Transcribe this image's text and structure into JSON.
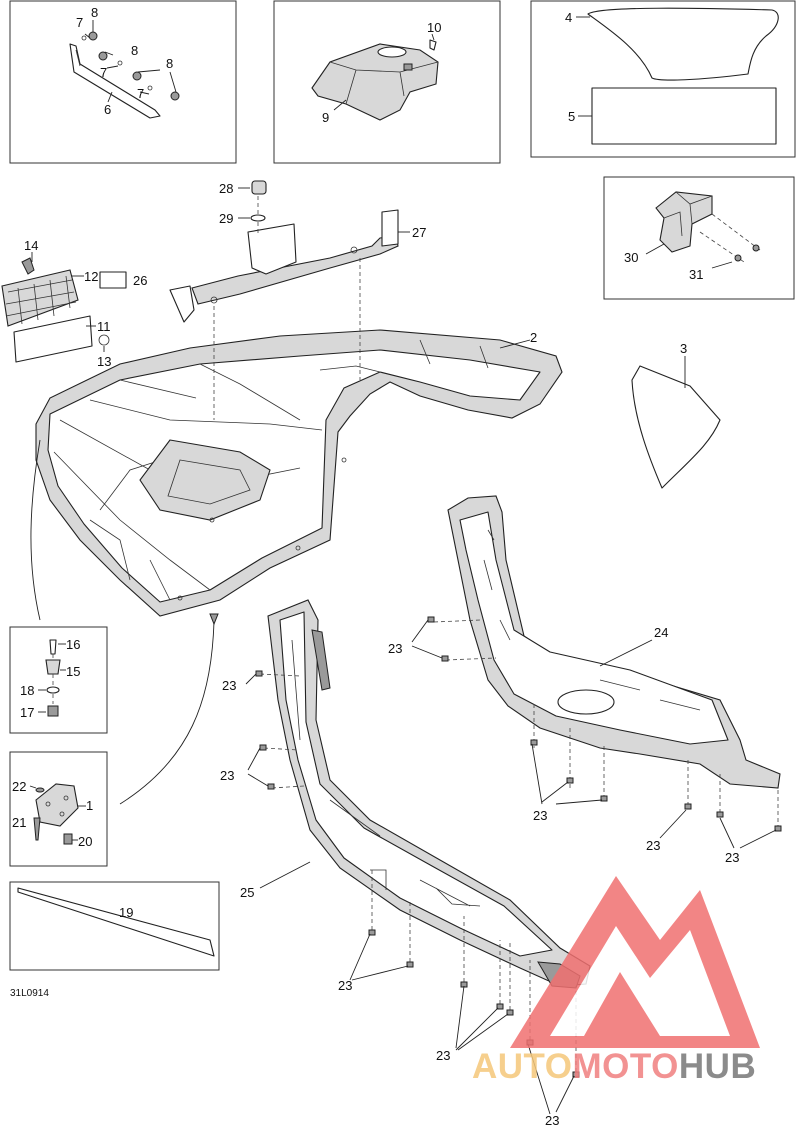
{
  "diagram_code": "31L0914",
  "callouts": [
    {
      "id": "c1",
      "text": "1"
    },
    {
      "id": "c2",
      "text": "2"
    },
    {
      "id": "c3",
      "text": "3"
    },
    {
      "id": "c4",
      "text": "4"
    },
    {
      "id": "c5",
      "text": "5"
    },
    {
      "id": "c6",
      "text": "6"
    },
    {
      "id": "c7a",
      "text": "7"
    },
    {
      "id": "c7b",
      "text": "7"
    },
    {
      "id": "c7c",
      "text": "7"
    },
    {
      "id": "c8a",
      "text": "8"
    },
    {
      "id": "c8b",
      "text": "8"
    },
    {
      "id": "c8c",
      "text": "8"
    },
    {
      "id": "c9",
      "text": "9"
    },
    {
      "id": "c10",
      "text": "10"
    },
    {
      "id": "c11",
      "text": "11"
    },
    {
      "id": "c12",
      "text": "12"
    },
    {
      "id": "c13",
      "text": "13"
    },
    {
      "id": "c14",
      "text": "14"
    },
    {
      "id": "c15",
      "text": "15"
    },
    {
      "id": "c16",
      "text": "16"
    },
    {
      "id": "c17",
      "text": "17"
    },
    {
      "id": "c18",
      "text": "18"
    },
    {
      "id": "c19",
      "text": "19"
    },
    {
      "id": "c20",
      "text": "20"
    },
    {
      "id": "c21",
      "text": "21"
    },
    {
      "id": "c22",
      "text": "22"
    },
    {
      "id": "c23a",
      "text": "23"
    },
    {
      "id": "c23b",
      "text": "23"
    },
    {
      "id": "c23c",
      "text": "23"
    },
    {
      "id": "c23d",
      "text": "23"
    },
    {
      "id": "c23e",
      "text": "23"
    },
    {
      "id": "c23f",
      "text": "23"
    },
    {
      "id": "c23g",
      "text": "23"
    },
    {
      "id": "c23h",
      "text": "23"
    },
    {
      "id": "c23i",
      "text": "23"
    },
    {
      "id": "c24",
      "text": "24"
    },
    {
      "id": "c25",
      "text": "25"
    },
    {
      "id": "c26",
      "text": "26"
    },
    {
      "id": "c27",
      "text": "27"
    },
    {
      "id": "c28",
      "text": "28"
    },
    {
      "id": "c29",
      "text": "29"
    },
    {
      "id": "c30",
      "text": "30"
    },
    {
      "id": "c31",
      "text": "31"
    }
  ],
  "watermark": {
    "part_a": "AUTO",
    "part_b": "MOTO",
    "part_c": "HUB",
    "color_a": "#f5c77a",
    "color_b": "#f08080",
    "color_c": "#777777",
    "logo_color": "#f07070"
  }
}
